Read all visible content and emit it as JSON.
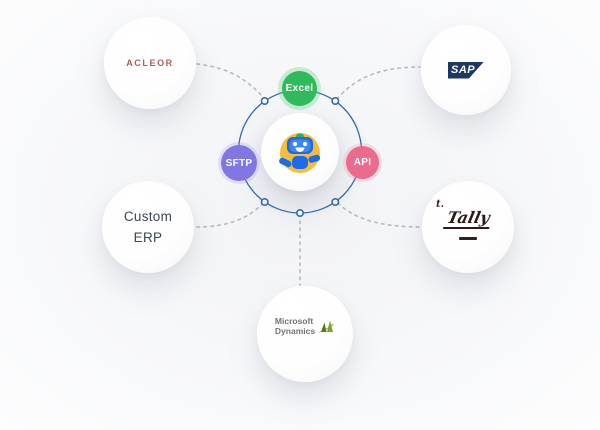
{
  "diagram": {
    "name": "integration-hub-diagram",
    "hub": {
      "icon": "robot-mascot-icon",
      "badges": [
        {
          "id": "excel",
          "label": "Excel",
          "color": "#31ba5c"
        },
        {
          "id": "sftp",
          "label": "SFTP",
          "color": "#8276e2"
        },
        {
          "id": "api",
          "label": "API",
          "color": "#eb6a8e"
        }
      ]
    },
    "integrations": [
      {
        "id": "acleor",
        "label": "ACLEOR"
      },
      {
        "id": "sap",
        "label": "SAP"
      },
      {
        "id": "custom-erp",
        "line1": "Custom",
        "line2": "ERP"
      },
      {
        "id": "tally",
        "label": "Tally"
      },
      {
        "id": "microsoft-dynamics",
        "line1": "Microsoft",
        "line2": "Dynamics"
      }
    ],
    "colors": {
      "ring": "#2e6cb0",
      "connector": "#b4bac2",
      "excel_badge": "#31ba5c",
      "sftp_badge": "#8276e2",
      "api_badge": "#eb6a8e",
      "sap_logo": "#1b3764",
      "acleor_text": "#ae5f58",
      "robot_blue": "#1d6be6",
      "robot_yellow": "#f6bd3a",
      "background": "#f5f6f8"
    }
  }
}
